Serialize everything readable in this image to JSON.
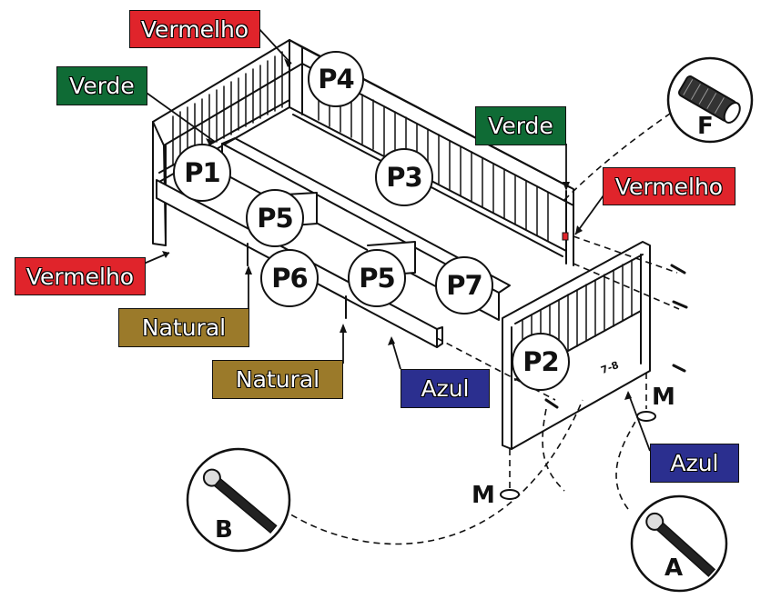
{
  "colors": {
    "vermelho": "#e0242b",
    "verde": "#0f6b35",
    "natural": "#9b7a2a",
    "azul": "#2b2f8f",
    "ink": "#111111"
  },
  "labels": {
    "vermelho_top": "Vermelho",
    "verde_left": "Verde",
    "verde_right": "Verde",
    "vermelho_right": "Vermelho",
    "vermelho_left": "Vermelho",
    "natural_1": "Natural",
    "natural_2": "Natural",
    "azul_center": "Azul",
    "azul_right": "Azul"
  },
  "parts": {
    "p1": "P1",
    "p2": "P2",
    "p3": "P3",
    "p4": "P4",
    "p5a": "P5",
    "p5b": "P5",
    "p6": "P6",
    "p7": "P7"
  },
  "hardware": {
    "a": "A",
    "b": "B",
    "f": "F",
    "m_right": "M",
    "m_bottom": "M",
    "marking": "7-8"
  }
}
